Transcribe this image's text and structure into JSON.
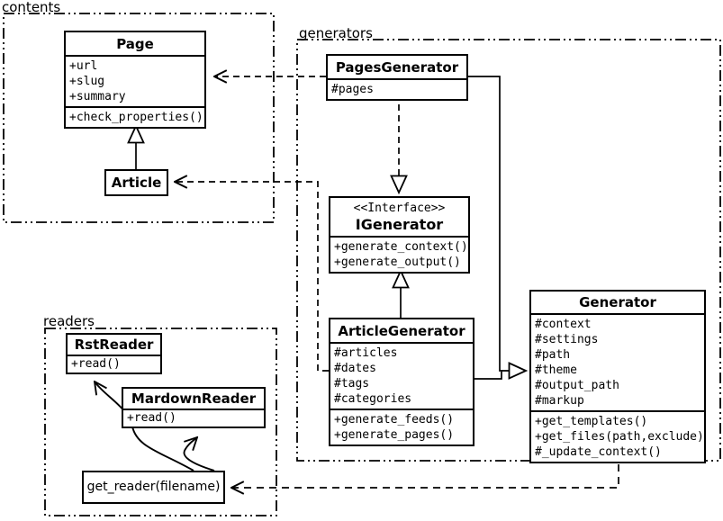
{
  "packages": {
    "contents": {
      "label": "contents"
    },
    "generators": {
      "label": "generators"
    },
    "readers": {
      "label": "readers"
    }
  },
  "classes": {
    "page": {
      "title": "Page",
      "attributes": [
        "+url",
        "+slug",
        "+summary"
      ],
      "methods": [
        "+check_properties()"
      ]
    },
    "article": {
      "title": "Article"
    },
    "pages_generator": {
      "title": "PagesGenerator",
      "attributes": [
        "#pages"
      ]
    },
    "igenerator": {
      "stereotype": "<<Interface>>",
      "title": "IGenerator",
      "methods": [
        "+generate_context()",
        "+generate_output()"
      ]
    },
    "article_generator": {
      "title": "ArticleGenerator",
      "attributes": [
        "#articles",
        "#dates",
        "#tags",
        "#categories"
      ],
      "methods": [
        "+generate_feeds()",
        "+generate_pages()"
      ]
    },
    "generator": {
      "title": "Generator",
      "attributes": [
        "#context",
        "#settings",
        "#path",
        "#theme",
        "#output_path",
        "#markup"
      ],
      "methods": [
        "+get_templates()",
        "+get_files(path,exclude)",
        "#_update_context()"
      ]
    },
    "rst_reader": {
      "title": "RstReader",
      "methods": [
        "+read()"
      ]
    },
    "mardown_reader": {
      "title": "MardownReader",
      "methods": [
        "+read()"
      ]
    },
    "get_reader": {
      "title": "get_reader(filename)"
    }
  },
  "relationships": [
    {
      "from": "Article",
      "to": "Page",
      "type": "inheritance"
    },
    {
      "from": "PagesGenerator",
      "to": "Page",
      "type": "dependency"
    },
    {
      "from": "PagesGenerator",
      "to": "IGenerator",
      "type": "realization"
    },
    {
      "from": "ArticleGenerator",
      "to": "IGenerator",
      "type": "realization"
    },
    {
      "from": "PagesGenerator",
      "to": "Generator",
      "type": "inheritance"
    },
    {
      "from": "ArticleGenerator",
      "to": "Generator",
      "type": "inheritance"
    },
    {
      "from": "ArticleGenerator",
      "to": "Article",
      "type": "dependency"
    },
    {
      "from": "Generator",
      "to": "get_reader(filename)",
      "type": "dependency"
    },
    {
      "from": "get_reader(filename)",
      "to": "RstReader",
      "type": "arrow"
    },
    {
      "from": "get_reader(filename)",
      "to": "MardownReader",
      "type": "arrow"
    }
  ],
  "colors": {
    "line": "#000000",
    "background": "#ffffff",
    "box_fill": "#ffffff"
  }
}
